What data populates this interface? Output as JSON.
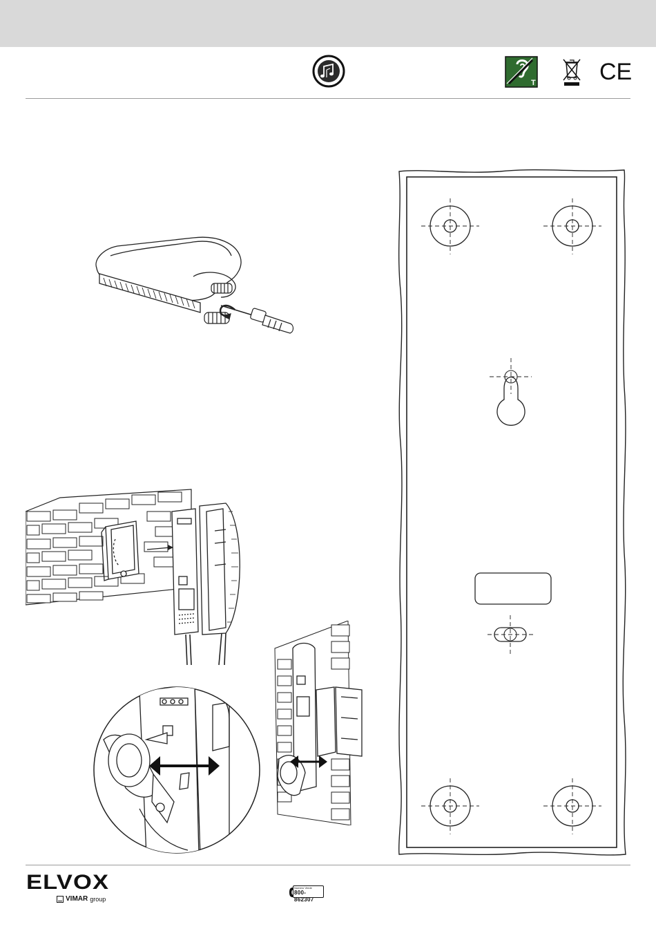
{
  "footer": {
    "brand_name": "ELVOX",
    "group_brand": "VIMAR",
    "group_suffix": "group",
    "phone_label": "Numero Verde",
    "phone_number": "800-862307"
  },
  "icons": {
    "header_left": "music-notes-icon",
    "header_right": [
      "hearing-loop-icon",
      "weee-bin-icon",
      "ce-mark-icon"
    ],
    "footer": [
      "vimar-group-box-icon",
      "phone-handset-icon"
    ]
  },
  "hearing_loop_letter": "T",
  "ce_mark_text": "CE",
  "colors": {
    "top_band": "#d9d9d9",
    "hearing_loop_bg": "#2f6b2f",
    "rule": "#9a9a9a",
    "line_art": "#222222"
  }
}
